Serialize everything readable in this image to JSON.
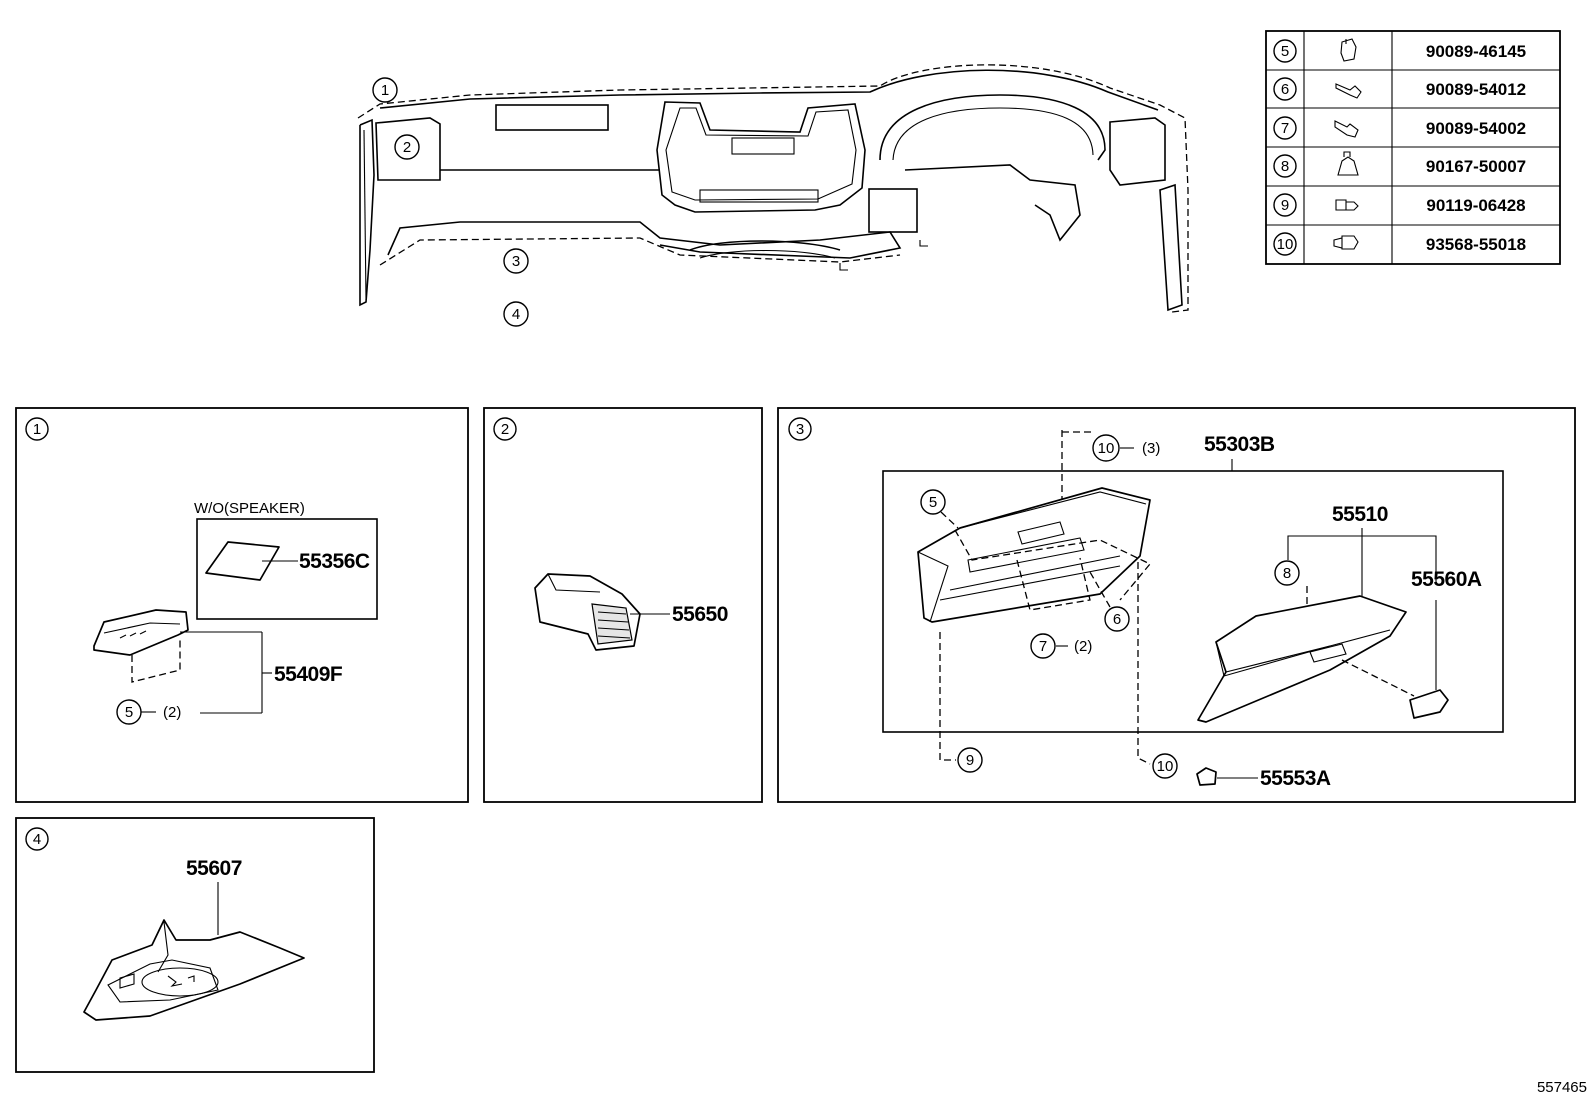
{
  "fastener_table": [
    {
      "ref": "5",
      "part_no": "90089-46145",
      "icon": "clip-icon"
    },
    {
      "ref": "6",
      "part_no": "90089-54012",
      "icon": "pin-clip-icon"
    },
    {
      "ref": "7",
      "part_no": "90089-54002",
      "icon": "pin-clip-icon"
    },
    {
      "ref": "8",
      "part_no": "90167-50007",
      "icon": "push-clip-icon"
    },
    {
      "ref": "9",
      "part_no": "90119-06428",
      "icon": "bolt-icon"
    },
    {
      "ref": "10",
      "part_no": "93568-55018",
      "icon": "screw-icon"
    }
  ],
  "overview": {
    "callouts": [
      "1",
      "2",
      "3",
      "4"
    ]
  },
  "panel1": {
    "ref": "1",
    "option_label": "W/O(SPEAKER)",
    "part_a": "55356C",
    "part_b": "55409F",
    "clip_ref": "5",
    "clip_qty": "(2)"
  },
  "panel2": {
    "ref": "2",
    "part": "55650"
  },
  "panel3": {
    "ref": "3",
    "assembly": "55303B",
    "screw_top_ref": "10",
    "screw_top_qty": "(3)",
    "clip5_ref": "5",
    "clip6_ref": "6",
    "clip7_ref": "7",
    "clip7_qty": "(2)",
    "part_box": "55510",
    "clip8_ref": "8",
    "part_lock": "55560A",
    "bolt_ref": "9",
    "screw_bottom_ref": "10",
    "part_cap": "55553A"
  },
  "panel4": {
    "ref": "4",
    "part": "55607"
  },
  "illustration_no": "557465"
}
